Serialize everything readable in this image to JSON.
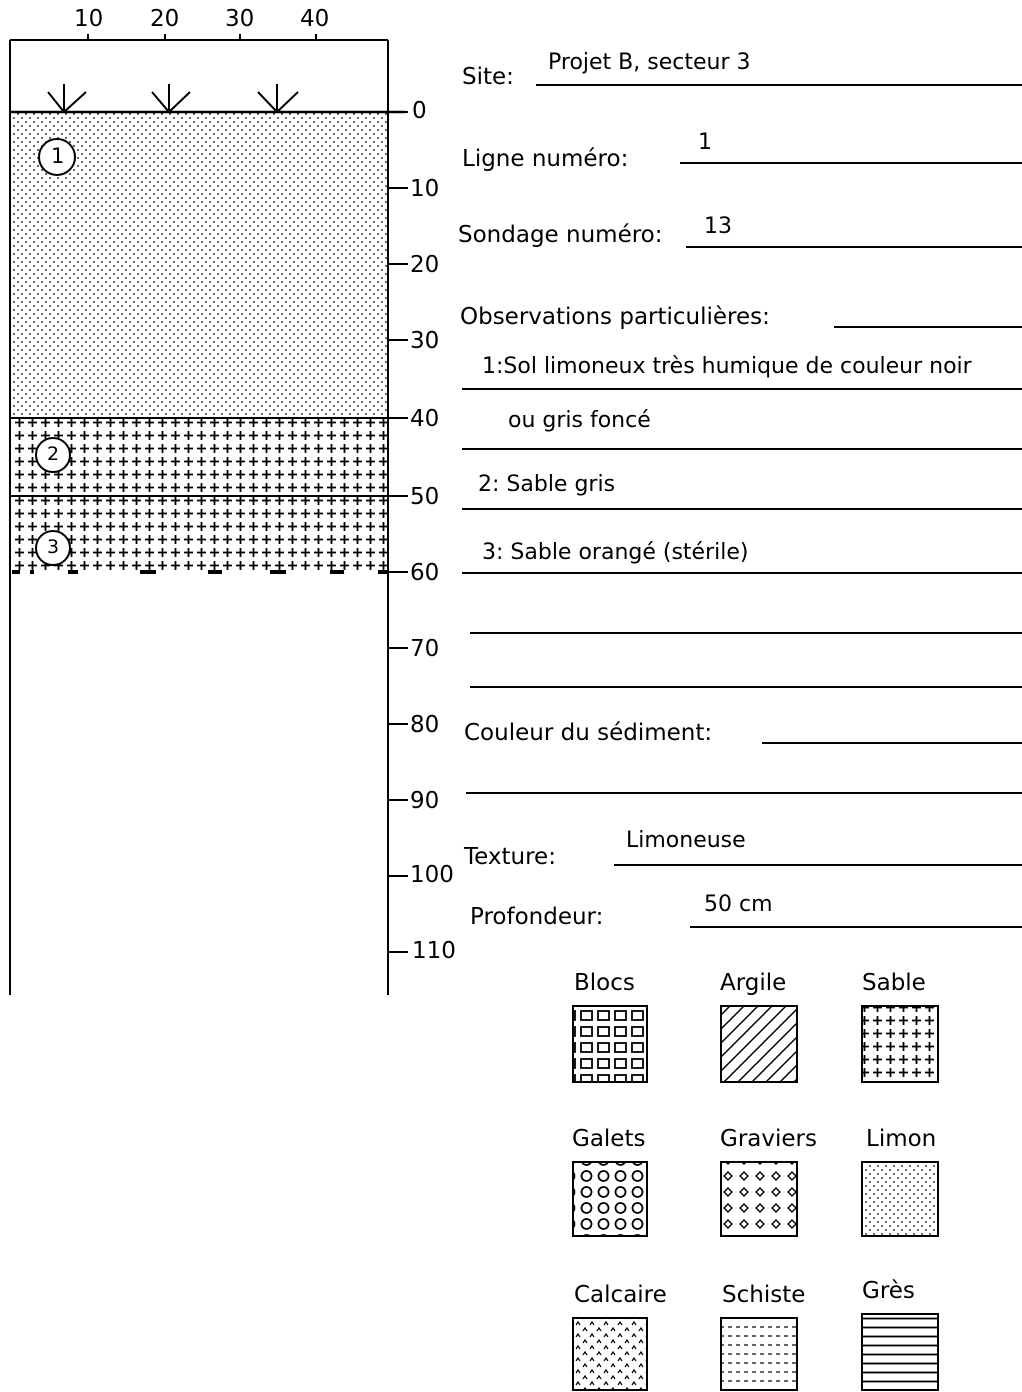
{
  "top_scale": {
    "ticks": [
      "10",
      "20",
      "30",
      "40"
    ]
  },
  "depth_scale": {
    "ticks": [
      "0",
      "10",
      "20",
      "30",
      "40",
      "50",
      "60",
      "70",
      "80",
      "90",
      "100",
      "110"
    ]
  },
  "layers": [
    {
      "number": "1",
      "pattern": "limon",
      "top_depth": 0,
      "bottom_depth": 40
    },
    {
      "number": "2",
      "pattern": "sable",
      "top_depth": 40,
      "bottom_depth": 50
    },
    {
      "number": "3",
      "pattern": "sable",
      "top_depth": 50,
      "bottom_depth": 60
    }
  ],
  "form": {
    "site_label": "Site:",
    "site_value": "Projet B, secteur 3",
    "ligne_label": "Ligne numéro:",
    "ligne_value": "1",
    "sondage_label": "Sondage numéro:",
    "sondage_value": "13",
    "observations_label": "Observations particulières:",
    "observations": [
      "1:Sol limoneux très humique de couleur noir",
      "ou gris foncé",
      "2: Sable gris",
      "3: Sable orangé (stérile)"
    ],
    "couleur_label": "Couleur du sédiment:",
    "couleur_value": "",
    "texture_label": "Texture:",
    "texture_value": "Limoneuse",
    "profondeur_label": "Profondeur:",
    "profondeur_value": "50 cm"
  },
  "legend": [
    {
      "label": "Blocs",
      "pattern": "blocs"
    },
    {
      "label": "Argile",
      "pattern": "argile"
    },
    {
      "label": "Sable",
      "pattern": "sable"
    },
    {
      "label": "Galets",
      "pattern": "galets"
    },
    {
      "label": "Graviers",
      "pattern": "graviers"
    },
    {
      "label": "Limon",
      "pattern": "limon"
    },
    {
      "label": "Calcaire",
      "pattern": "calcaire"
    },
    {
      "label": "Schiste",
      "pattern": "schiste"
    },
    {
      "label": "Grès",
      "pattern": "gres"
    }
  ]
}
